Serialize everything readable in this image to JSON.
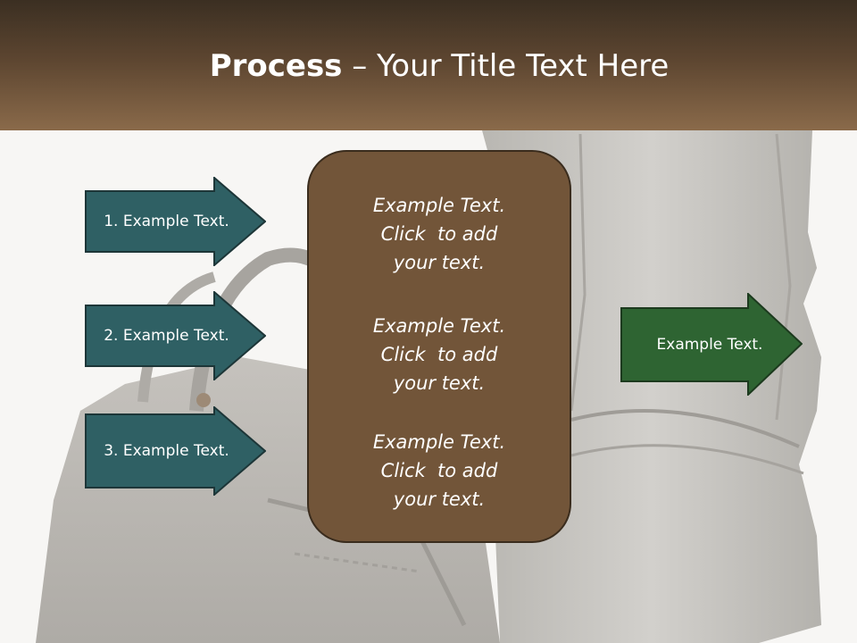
{
  "title": {
    "bold": "Process",
    "rest": " – Your Title Text Here"
  },
  "left_arrows": [
    {
      "label": "1. Example Text."
    },
    {
      "label": "2. Example Text."
    },
    {
      "label": "3. Example Text."
    }
  ],
  "center_box": {
    "items": [
      "Example Text.\nClick  to add\nyour text.",
      "Example Text.\nClick  to add\nyour text.",
      "Example Text.\nClick  to add\nyour text."
    ]
  },
  "right_arrow": {
    "label": "Example Text."
  },
  "colors": {
    "header_top": "#3b2f22",
    "header_bottom": "#8a6a4a",
    "left_arrow_fill": "#2f6064",
    "right_arrow_fill": "#2e6432",
    "center_box_fill": "#725539"
  }
}
